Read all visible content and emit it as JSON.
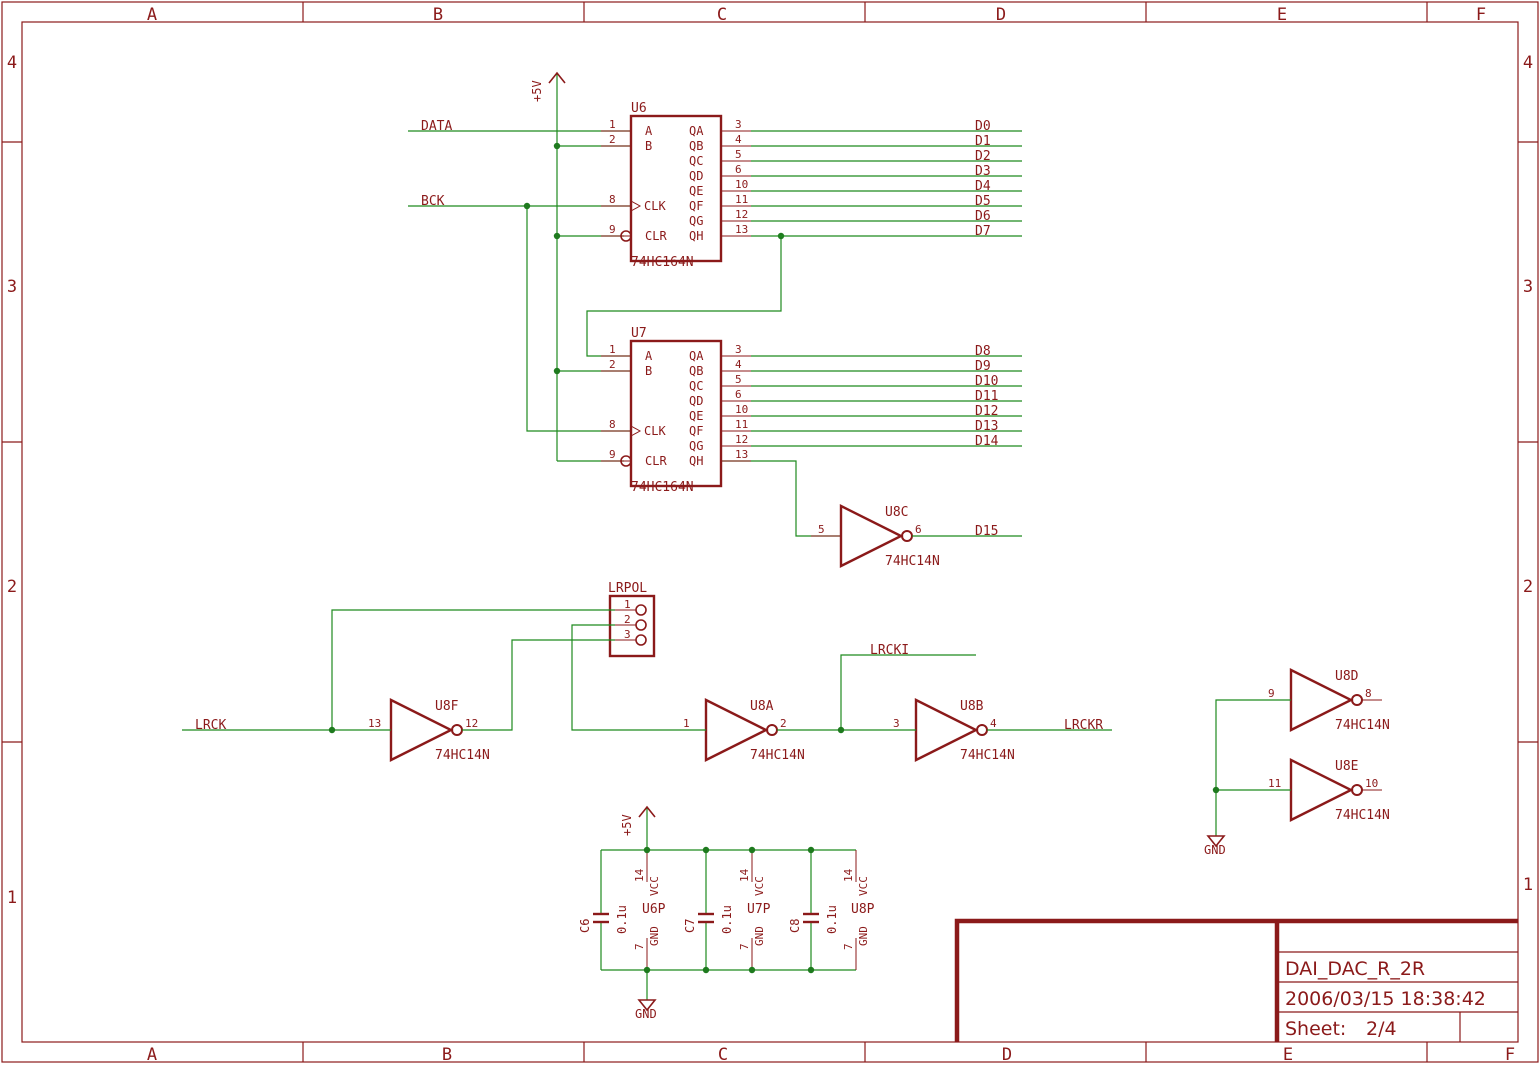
{
  "frame": {
    "columns": [
      "A",
      "B",
      "C",
      "D",
      "E",
      "F"
    ],
    "rows": [
      "4",
      "3",
      "2",
      "1"
    ]
  },
  "shift_registers": [
    {
      "ref": "U6",
      "value": "74HC164N",
      "input_pins": [
        {
          "num": "1",
          "name": "A"
        },
        {
          "num": "2",
          "name": "B"
        },
        {
          "num": "8",
          "name": "CLK"
        },
        {
          "num": "9",
          "name": "CLR"
        }
      ],
      "outputs": [
        {
          "num": "3",
          "name": "QA",
          "net": "D0"
        },
        {
          "num": "4",
          "name": "QB",
          "net": "D1"
        },
        {
          "num": "5",
          "name": "QC",
          "net": "D2"
        },
        {
          "num": "6",
          "name": "QD",
          "net": "D3"
        },
        {
          "num": "10",
          "name": "QE",
          "net": "D4"
        },
        {
          "num": "11",
          "name": "QF",
          "net": "D5"
        },
        {
          "num": "12",
          "name": "QG",
          "net": "D6"
        },
        {
          "num": "13",
          "name": "QH",
          "net": "D7"
        }
      ]
    },
    {
      "ref": "U7",
      "value": "74HC164N",
      "input_pins": [
        {
          "num": "1",
          "name": "A"
        },
        {
          "num": "2",
          "name": "B"
        },
        {
          "num": "8",
          "name": "CLK"
        },
        {
          "num": "9",
          "name": "CLR"
        }
      ],
      "outputs": [
        {
          "num": "3",
          "name": "QA",
          "net": "D8"
        },
        {
          "num": "4",
          "name": "QB",
          "net": "D9"
        },
        {
          "num": "5",
          "name": "QC",
          "net": "D10"
        },
        {
          "num": "6",
          "name": "QD",
          "net": "D11"
        },
        {
          "num": "10",
          "name": "QE",
          "net": "D12"
        },
        {
          "num": "11",
          "name": "QF",
          "net": "D13"
        },
        {
          "num": "12",
          "name": "QG",
          "net": "D14"
        },
        {
          "num": "13",
          "name": "QH",
          "net": ""
        }
      ]
    }
  ],
  "inverters": [
    {
      "ref": "U8C",
      "value": "74HC14N",
      "in": "5",
      "out": "6"
    },
    {
      "ref": "U8F",
      "value": "74HC14N",
      "in": "13",
      "out": "12"
    },
    {
      "ref": "U8A",
      "value": "74HC14N",
      "in": "1",
      "out": "2"
    },
    {
      "ref": "U8B",
      "value": "74HC14N",
      "in": "3",
      "out": "4"
    },
    {
      "ref": "U8D",
      "value": "74HC14N",
      "in": "9",
      "out": "8"
    },
    {
      "ref": "U8E",
      "value": "74HC14N",
      "in": "11",
      "out": "10"
    }
  ],
  "jumper": {
    "ref": "LRPOL",
    "pins": [
      "1",
      "2",
      "3"
    ]
  },
  "nets": {
    "data": "DATA",
    "bck": "BCK",
    "d15": "D15",
    "lrck": "LRCK",
    "lrcki": "LRCKI",
    "lrckr": "LRCKR"
  },
  "power": {
    "plus5v": "+5V",
    "gnd": "GND"
  },
  "supply_units": [
    {
      "cap": "C6",
      "cap_value": "0.1u",
      "unit": "U6P",
      "vcc_pin": "14",
      "vcc": "VCC",
      "gnd_pin": "7",
      "gnd": "GND"
    },
    {
      "cap": "C7",
      "cap_value": "0.1u",
      "unit": "U7P",
      "vcc_pin": "14",
      "vcc": "VCC",
      "gnd_pin": "7",
      "gnd": "GND"
    },
    {
      "cap": "C8",
      "cap_value": "0.1u",
      "unit": "U8P",
      "vcc_pin": "14",
      "vcc": "VCC",
      "gnd_pin": "7",
      "gnd": "GND"
    }
  ],
  "title_block": {
    "title": "DAI_DAC_R_2R",
    "datetime": "2006/03/15 18:38:42",
    "sheet_label": "Sheet:",
    "sheet_value": "2/4"
  },
  "colors": {
    "symbol": "#8b1a1a",
    "wire": "#1e8a1e",
    "background": "#ffffff"
  }
}
